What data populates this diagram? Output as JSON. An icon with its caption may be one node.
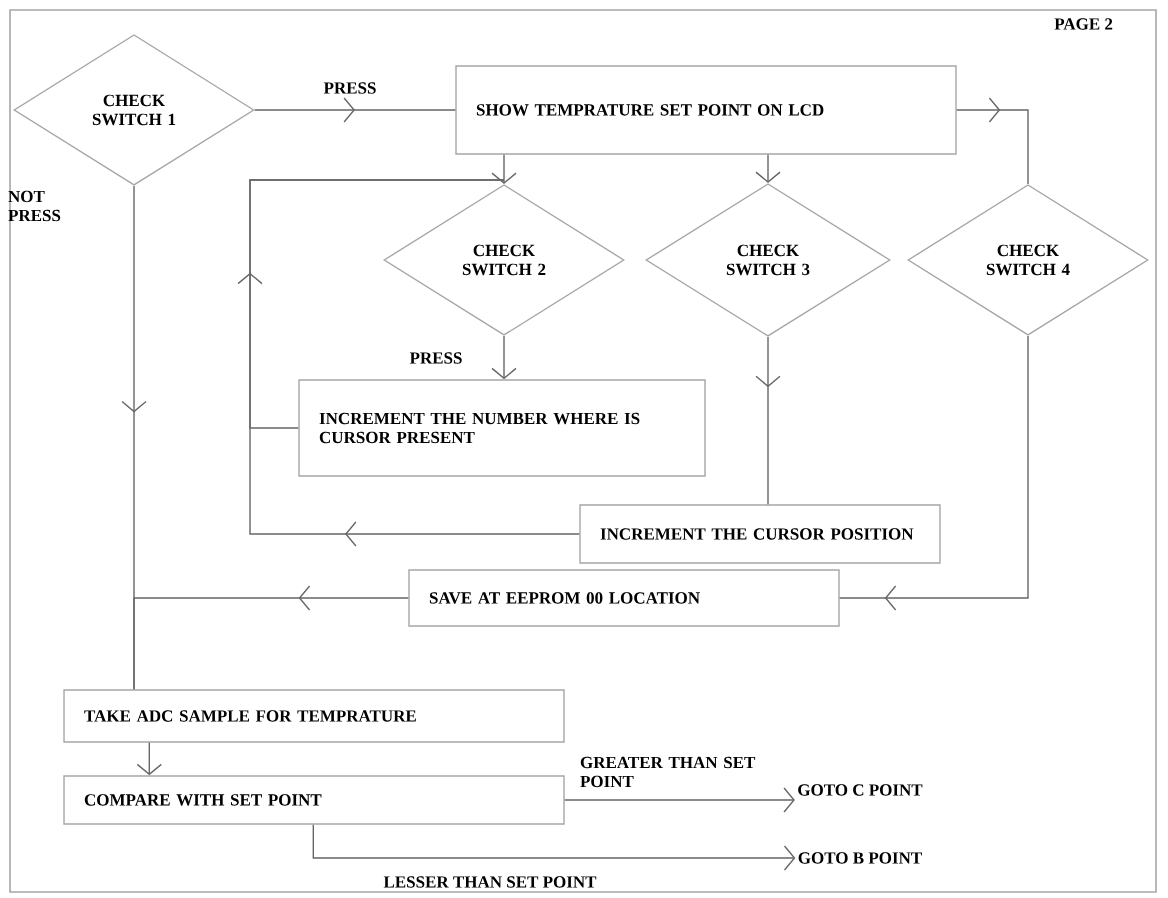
{
  "diagram": {
    "nodes": [
      {
        "text": [
          "CHECK SWITCH 1"
        ]
      },
      {
        "text": [
          "SHOW TEMPRATURE SET POINT ON LCD"
        ]
      },
      {
        "text": [
          "CHECK SWITCH 2"
        ]
      },
      {
        "text": [
          "CHECK SWITCH 3"
        ]
      },
      {
        "text": [
          "CHECK SWITCH 4"
        ]
      },
      {
        "text": [
          "INCREMENT THE NUMBER WHERE IS CURSOR PRESENT"
        ]
      },
      {
        "text": [
          "INCREMENT THE CURSOR POSITION"
        ]
      },
      {
        "text": [
          "SAVE AT EEPROM 00 LOCATION"
        ]
      },
      {
        "text": [
          "TAKE ADC SAMPLE FOR TEMPRATURE"
        ]
      },
      {
        "text": [
          "COMPARE WITH SET POINT"
        ]
      },
      {
        "text": [
          "GOTO C POINT"
        ]
      },
      {
        "text": [
          "GOTO B POINT"
        ]
      }
    ],
    "edges": [
      {
        "from": 0,
        "to": 1,
        "arrow": "to",
        "label": "PRESS"
      },
      {
        "from": 0,
        "to": 8,
        "arrow": "to",
        "label": "NOT PRESS"
      },
      {
        "from": 1,
        "to": 2,
        "arrow": "to"
      },
      {
        "from": 1,
        "to": 3,
        "arrow": "to"
      },
      {
        "from": 1,
        "to": 4,
        "arrow": "to"
      },
      {
        "from": 2,
        "to": 5,
        "arrow": "to",
        "label": "PRESS"
      },
      {
        "from": 5,
        "to": 2,
        "arrow": "to"
      },
      {
        "from": 6,
        "to": 2,
        "arrow": "to"
      },
      {
        "from": 3,
        "to": 6,
        "arrow": "to"
      },
      {
        "from": 4,
        "to": 7,
        "arrow": "to"
      },
      {
        "from": 7,
        "to": 8,
        "arrow": "to"
      },
      {
        "from": 8,
        "to": 9,
        "arrow": "to"
      },
      {
        "from": 9,
        "to": 10,
        "arrow": "to",
        "label": "GREATER THAN SET POINT"
      },
      {
        "from": 9,
        "to": 11,
        "arrow": "to",
        "label": "LESSER THAN SET POINT"
      }
    ],
    "labels": [
      "PAGE 2"
    ]
  }
}
